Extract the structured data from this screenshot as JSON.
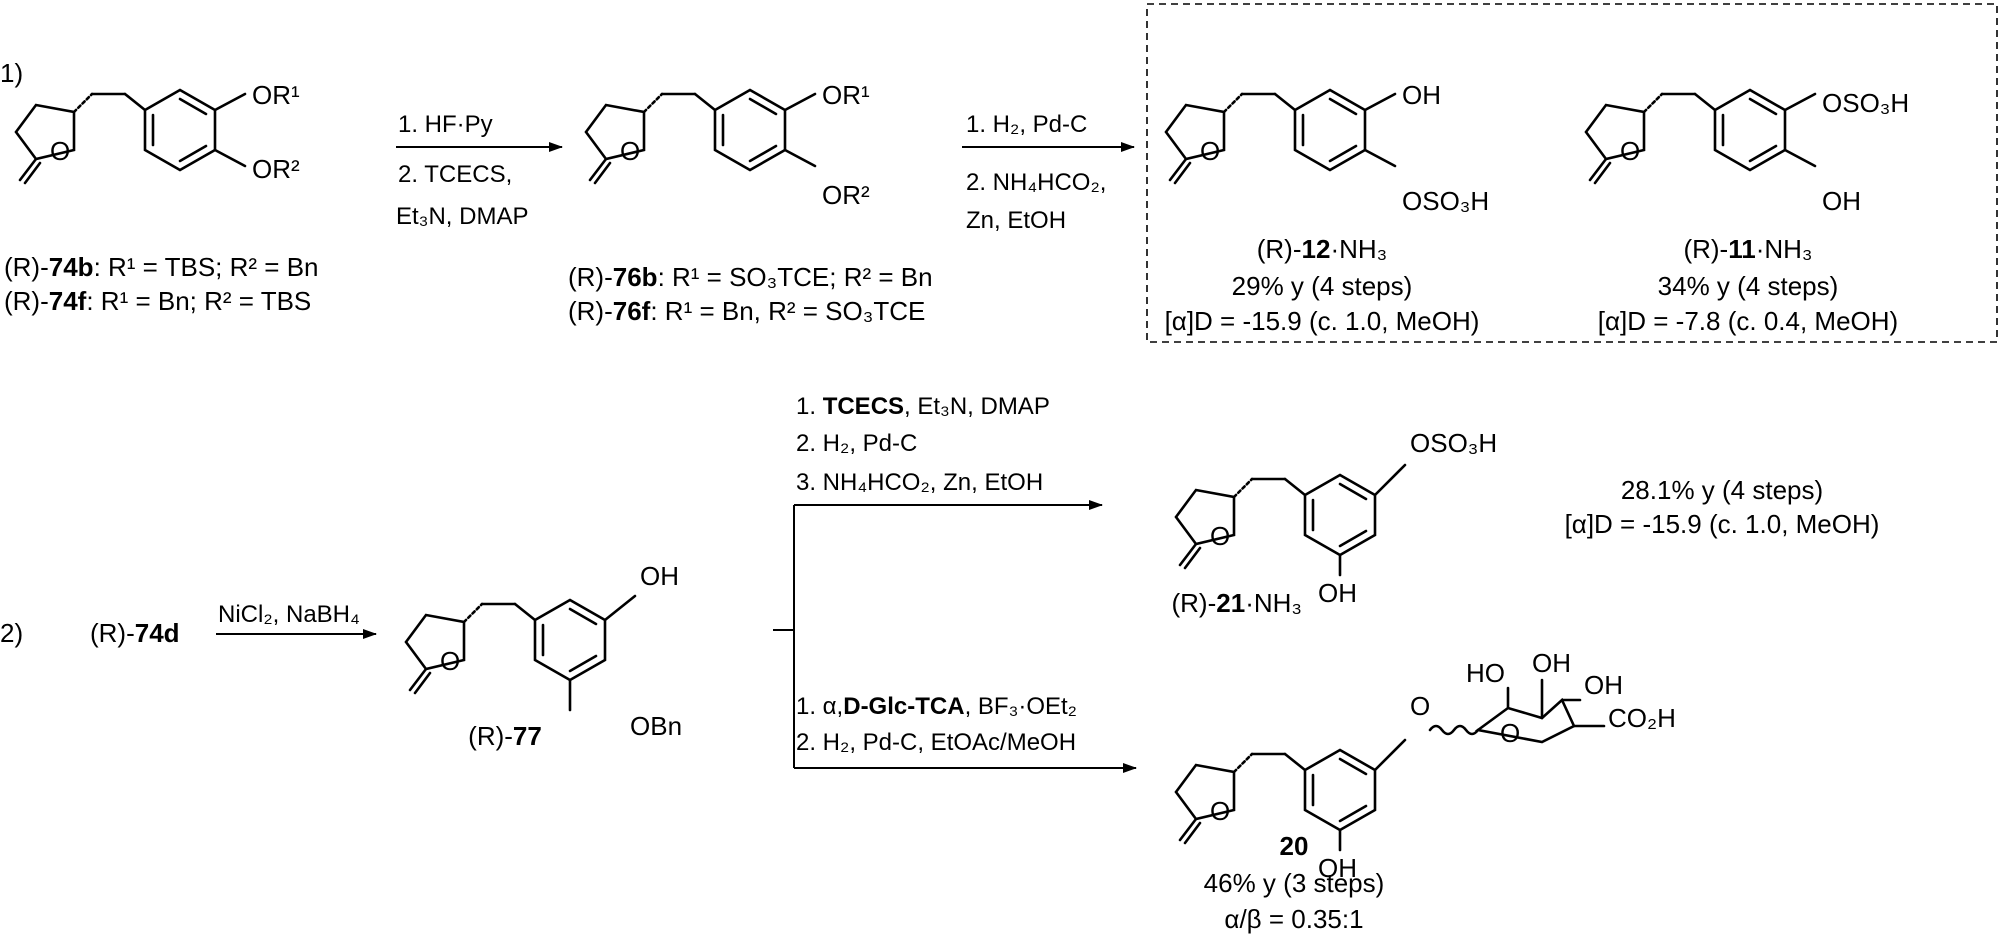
{
  "part1_label": "1)",
  "part2_label": "2)",
  "reagents1": {
    "l1": "1. HF·Py",
    "l2": "2. TCECS,",
    "l3": "Et₃N, DMAP"
  },
  "reagents2": {
    "l1": "1. H₂, Pd-C",
    "l2": "2. NH₄HCO₂,",
    "l3": "Zn, EtOH"
  },
  "reagents_up": {
    "l1_num": "1. ",
    "l1_bold": "TCECS",
    "l1_rest": ", Et₃N, DMAP",
    "l2": "2. H₂, Pd-C",
    "l3": "3. NH₄HCO₂, Zn, EtOH"
  },
  "reagents_down": {
    "l1_num": "1. α,",
    "l1_bold": "D-Glc-TCA",
    "l1_rest": ", BF₃·OEt₂",
    "l2": "2. H₂, Pd-C, EtOAc/MeOH"
  },
  "reagents_nicl2": "NiCl₂, NaBH₄",
  "sm_74d": {
    "pre": "(R)-",
    "bold": "74d"
  },
  "cmp74": {
    "sub1": "OR¹",
    "sub2": "OR²",
    "c1_pre": "(R)-",
    "c1_bold": "74b",
    "c1_rest": ": R¹ = TBS; R² = Bn",
    "c2_pre": "(R)-",
    "c2_bold": "74f",
    "c2_rest": ": R¹ = Bn; R² = TBS"
  },
  "cmp76": {
    "sub1": "OR¹",
    "sub2": "OR²",
    "c1_pre": "(R)-",
    "c1_bold": "76b",
    "c1_rest": ": R¹ = SO₃TCE; R² = Bn",
    "c2_pre": "(R)-",
    "c2_bold": "76f",
    "c2_rest": ": R¹ = Bn, R² = SO₃TCE"
  },
  "cmp12": {
    "sub1": "OH",
    "sub2": "OSO₃H",
    "pre": "(R)-",
    "bold": "12",
    "rest": "·NH₃",
    "yield": "29% y (4 steps)",
    "rot": "[α]D = -15.9 (c. 1.0, MeOH)"
  },
  "cmp11": {
    "sub1": "OSO₃H",
    "sub2": "OH",
    "pre": "(R)-",
    "bold": "11",
    "rest": "·NH₃",
    "yield": "34% y (4 steps)",
    "rot": "[α]D = -7.8 (c. 0.4, MeOH)"
  },
  "cmp77": {
    "sub1": "OH",
    "sub2": "OBn",
    "pre": "(R)-",
    "bold": "77"
  },
  "cmp21": {
    "sub1": "OSO₃H",
    "sub2": "OH",
    "pre": "(R)-",
    "bold": "21",
    "rest": "·NH₃",
    "yield": "28.1% y (4 steps)",
    "rot": "[α]D = -15.9 (c. 1.0, MeOH)"
  },
  "cmp20": {
    "sub2": "OH",
    "label": "20",
    "yield": "46% y (3 steps)",
    "ratio": "α/β = 0.35:1",
    "o_link": "O",
    "o_ring": "O",
    "ho": "HO",
    "oh_top": "OH",
    "oh_right": "OH",
    "co2h": "CO₂H"
  }
}
